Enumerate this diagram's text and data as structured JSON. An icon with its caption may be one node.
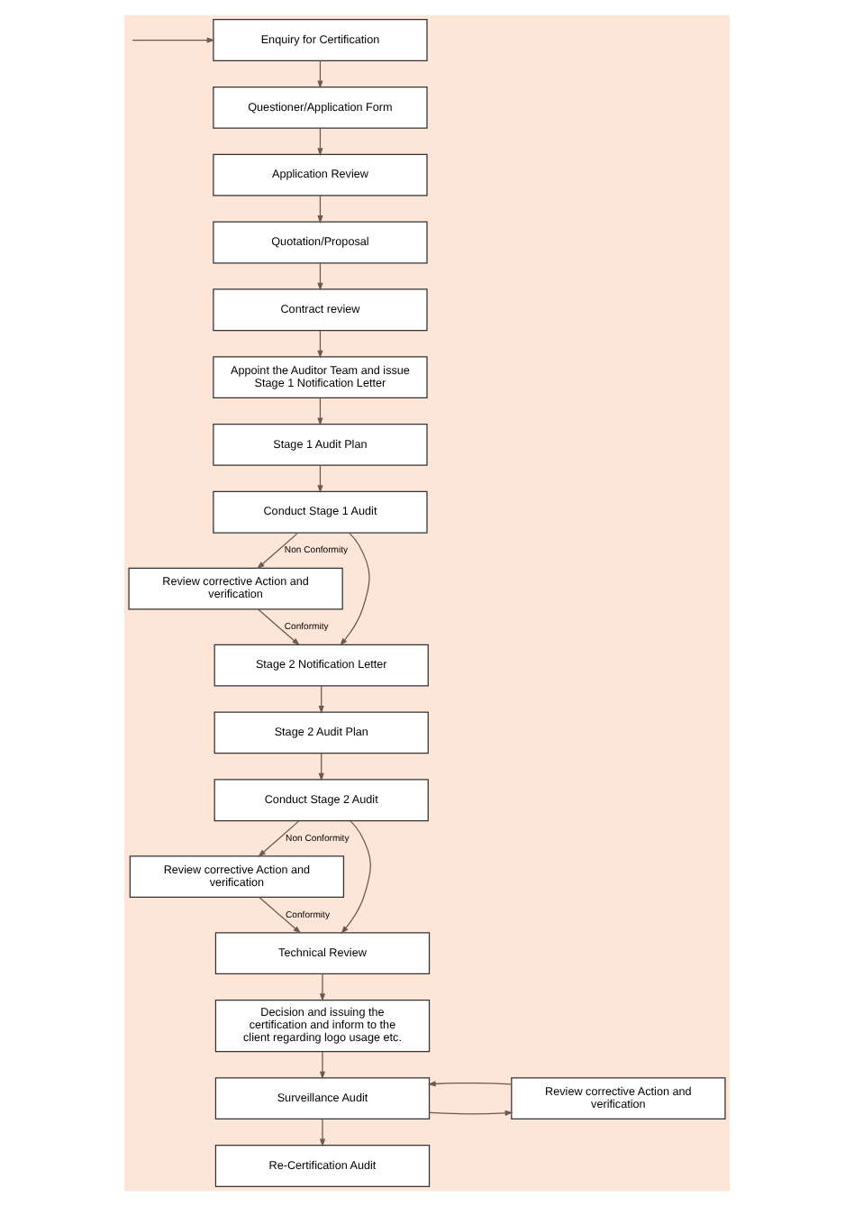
{
  "diagram": {
    "nodes": [
      {
        "text": [
          "Enquiry for Certification"
        ]
      },
      {
        "text": [
          "Questioner/Application Form"
        ]
      },
      {
        "text": [
          "Application Review"
        ]
      },
      {
        "text": [
          "Quotation/Proposal"
        ]
      },
      {
        "text": [
          "Contract review"
        ]
      },
      {
        "text": [
          "Appoint the Auditor Team and issue Stage 1 Notification Letter"
        ]
      },
      {
        "text": [
          "Stage 1 Audit Plan"
        ]
      },
      {
        "text": [
          "Conduct Stage 1 Audit"
        ]
      },
      {
        "text": [
          "Review corrective Action and verification"
        ]
      },
      {
        "text": [
          "Stage 2 Notification Letter"
        ]
      },
      {
        "text": [
          "Stage 2 Audit Plan"
        ]
      },
      {
        "text": [
          "Conduct Stage 2 Audit"
        ]
      },
      {
        "text": [
          "Review corrective Action and verification"
        ]
      },
      {
        "text": [
          "Technical Review"
        ]
      },
      {
        "text": [
          "Decision and issuing the certification and inform to the client regarding logo usage etc."
        ]
      },
      {
        "text": [
          "Surveillance Audit"
        ]
      },
      {
        "text": [
          "Review corrective Action and verification"
        ]
      },
      {
        "text": [
          "Re-Certification Audit"
        ]
      }
    ],
    "edges": [
      {
        "from": null,
        "to": 0,
        "arrow": "to"
      },
      {
        "from": 0,
        "to": 1,
        "arrow": "to"
      },
      {
        "from": 1,
        "to": 2,
        "arrow": "to"
      },
      {
        "from": 2,
        "to": 3,
        "arrow": "to"
      },
      {
        "from": 3,
        "to": 4,
        "arrow": "to"
      },
      {
        "from": 4,
        "to": 5,
        "arrow": "to"
      },
      {
        "from": 5,
        "to": 6,
        "arrow": "to"
      },
      {
        "from": 6,
        "to": 7,
        "arrow": "to"
      },
      {
        "from": 7,
        "to": 8,
        "arrow": "to",
        "label": "Non Conformity"
      },
      {
        "from": 8,
        "to": 9,
        "arrow": "to",
        "label": "Conformity"
      },
      {
        "from": 7,
        "to": 9,
        "arrow": "to"
      },
      {
        "from": 9,
        "to": 10,
        "arrow": "to"
      },
      {
        "from": 10,
        "to": 11,
        "arrow": "to"
      },
      {
        "from": 11,
        "to": 12,
        "arrow": "to",
        "label": "Non Conformity"
      },
      {
        "from": 12,
        "to": 13,
        "arrow": "to",
        "label": "Conformity"
      },
      {
        "from": 11,
        "to": 13,
        "arrow": "to"
      },
      {
        "from": 13,
        "to": 14,
        "arrow": "to"
      },
      {
        "from": 14,
        "to": 15,
        "arrow": "to"
      },
      {
        "from": 15,
        "to": 16,
        "arrow": "to"
      },
      {
        "from": 16,
        "to": 15,
        "arrow": "to"
      },
      {
        "from": 15,
        "to": 17,
        "arrow": "to"
      }
    ]
  }
}
